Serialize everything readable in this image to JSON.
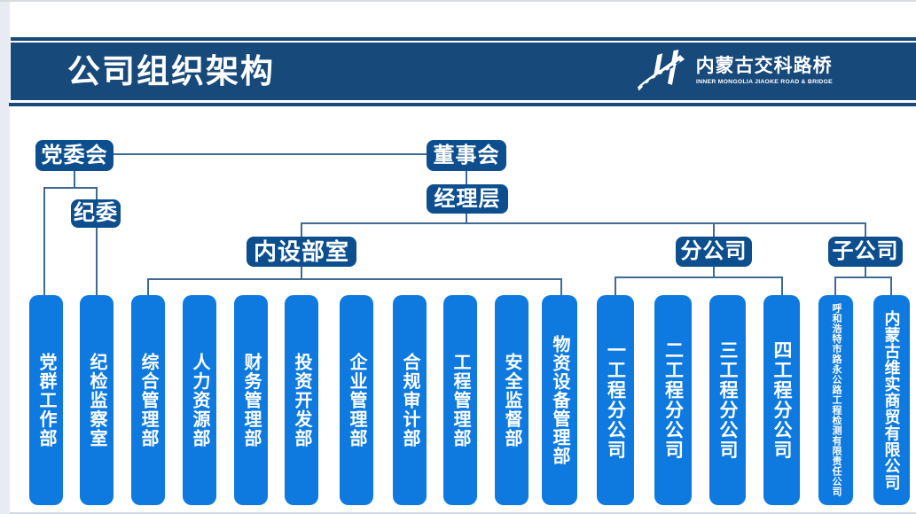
{
  "header": {
    "title": "公司组织架构",
    "band_color": "#17497b",
    "logo": {
      "name_cn": "内蒙古交科路桥",
      "name_en": "INNER MONGOLIA JIAOKE ROAD & BRIDGE"
    }
  },
  "chart": {
    "colors": {
      "parent_box": "#0d4f8e",
      "child_box": "#0e7ae0",
      "connector": "#3e6a94"
    },
    "nodes": {
      "party_committee": "党委会",
      "board": "董事会",
      "discipline_committee": "纪委",
      "management_layer": "经理层",
      "internal_departments": "内设部室",
      "branch_companies": "分公司",
      "subsidiaries": "子公司"
    },
    "columns": [
      {
        "label": "党群工作部"
      },
      {
        "label": "纪检监察室"
      },
      {
        "label": "综合管理部"
      },
      {
        "label": "人力资源部"
      },
      {
        "label": "财务管理部"
      },
      {
        "label": "投资开发部"
      },
      {
        "label": "企业管理部"
      },
      {
        "label": "合规审计部"
      },
      {
        "label": "工程管理部"
      },
      {
        "label": "安全监督部"
      },
      {
        "label": "物资设备管理部"
      },
      {
        "label": "一工程分公司"
      },
      {
        "label": "二工程分公司"
      },
      {
        "label": "三工程分公司"
      },
      {
        "label": "四工程分公司"
      },
      {
        "label": "呼和浩特市路永公路工程检测有限责任公司"
      },
      {
        "label": "内蒙古维实商贸有限公司"
      }
    ]
  }
}
